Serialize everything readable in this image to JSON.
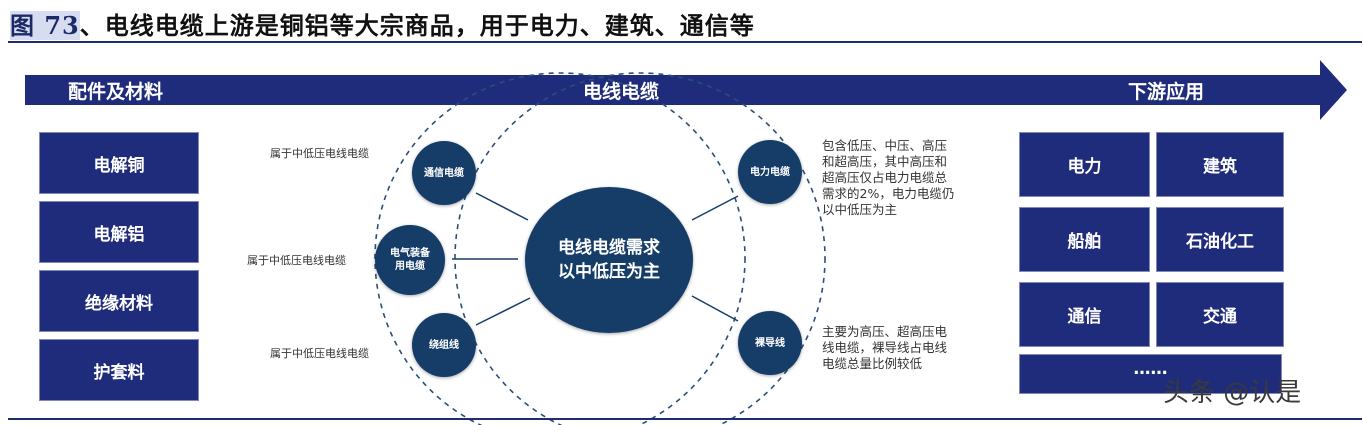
{
  "title": {
    "prefix": "图 73",
    "text": "、电线电缆上游是铜铝等大宗商品，用于电力、建筑、通信等"
  },
  "arrow": {
    "left_label": "配件及材料",
    "center_label": "电线电缆",
    "right_label": "下游应用"
  },
  "left_boxes": [
    "电解铜",
    "电解铝",
    "绝缘材料",
    "护套料"
  ],
  "center": {
    "core": [
      "电线电缆需求",
      "以中低压为主"
    ],
    "nodes": {
      "comm": "通信电缆",
      "equip_line1": "电气装备",
      "equip_line2": "用电缆",
      "winding": "绕组线",
      "power": "电力电缆",
      "bare": "裸导线"
    },
    "notes": {
      "comm": "属于中低压电线电缆",
      "equip": "属于中低压电线电缆",
      "winding": "属于中低压电线电缆"
    },
    "desc_power": [
      "包含低压、中压、高压",
      "和超高压，其中高压和",
      "超高压仅占电力电缆总",
      "需求的2%，电力电缆仍",
      "以中低压为主"
    ],
    "desc_bare": [
      "主要为高压、超高压电",
      "线电缆，裸导线占电线",
      "电缆总量比例较低"
    ]
  },
  "right_boxes": [
    "电力",
    "建筑",
    "船舶",
    "石油化工",
    "通信",
    "交通",
    "……"
  ],
  "watermark": "头条 @认是",
  "colors": {
    "box_fill": "#1f2c7c",
    "circle_fill": "#163d68",
    "rule": "#1f2c6e"
  }
}
